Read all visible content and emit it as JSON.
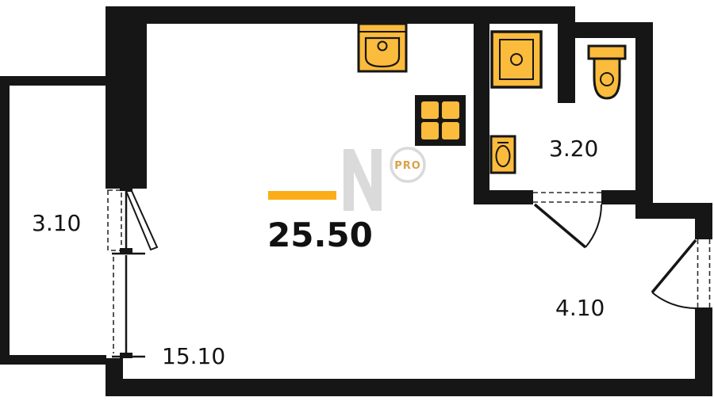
{
  "plan": {
    "total_area_label": "25.50",
    "rooms": {
      "balcony": "3.10",
      "bathroom": "3.20",
      "hall": "4.10",
      "living": "15.10"
    },
    "watermark": {
      "badge_text": "PRO"
    },
    "fixtures": [
      "kitchen-sink",
      "stove",
      "shower",
      "wash-basin",
      "toilet"
    ],
    "colors": {
      "wall": "#161616",
      "fixture_fill": "#FBBB3C",
      "highlight_bar": "#FBAD18",
      "watermark_gray": "#DADADA",
      "watermark_text": "#D9A24A"
    }
  }
}
